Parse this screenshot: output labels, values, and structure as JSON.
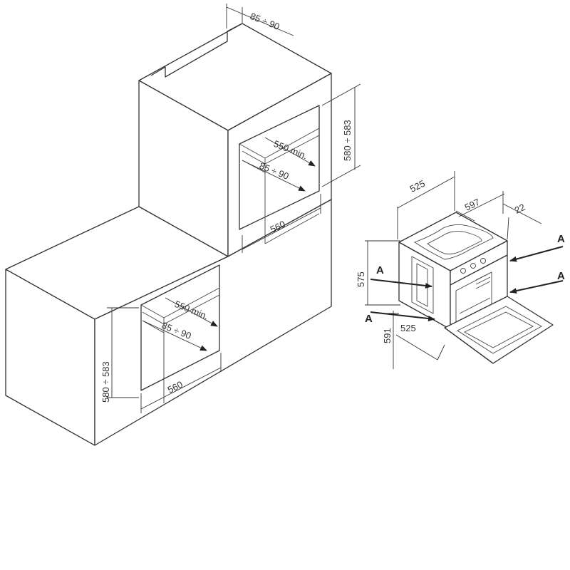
{
  "upper_niche": {
    "depth_top": "85 ÷ 90",
    "depth_min": "550 min.",
    "back_gap": "85 ÷ 90",
    "width": "560",
    "height": "580 ÷ 583"
  },
  "lower_niche": {
    "depth_min": "550 min.",
    "back_gap": "85 ÷ 90",
    "width": "560",
    "height": "580 ÷ 583"
  },
  "oven": {
    "depth": "525",
    "width": "597",
    "front_thickness": "22",
    "height": "575",
    "door_height": "591",
    "door_depth": "525",
    "mark_right_upper": "A",
    "mark_right_lower": "A",
    "mark_left_upper": "A",
    "mark_left_lower": "A"
  }
}
